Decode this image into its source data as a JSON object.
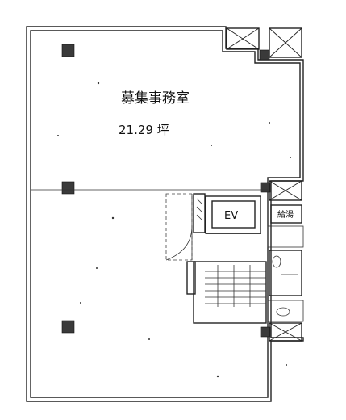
{
  "office": {
    "name": "募集事務室",
    "area": "21.29 坪"
  },
  "core": {
    "elevator_label": "EV",
    "small_room_label": "給湯"
  },
  "colors": {
    "line": "#222222",
    "column": "#3a3a3a",
    "background": "#ffffff"
  }
}
